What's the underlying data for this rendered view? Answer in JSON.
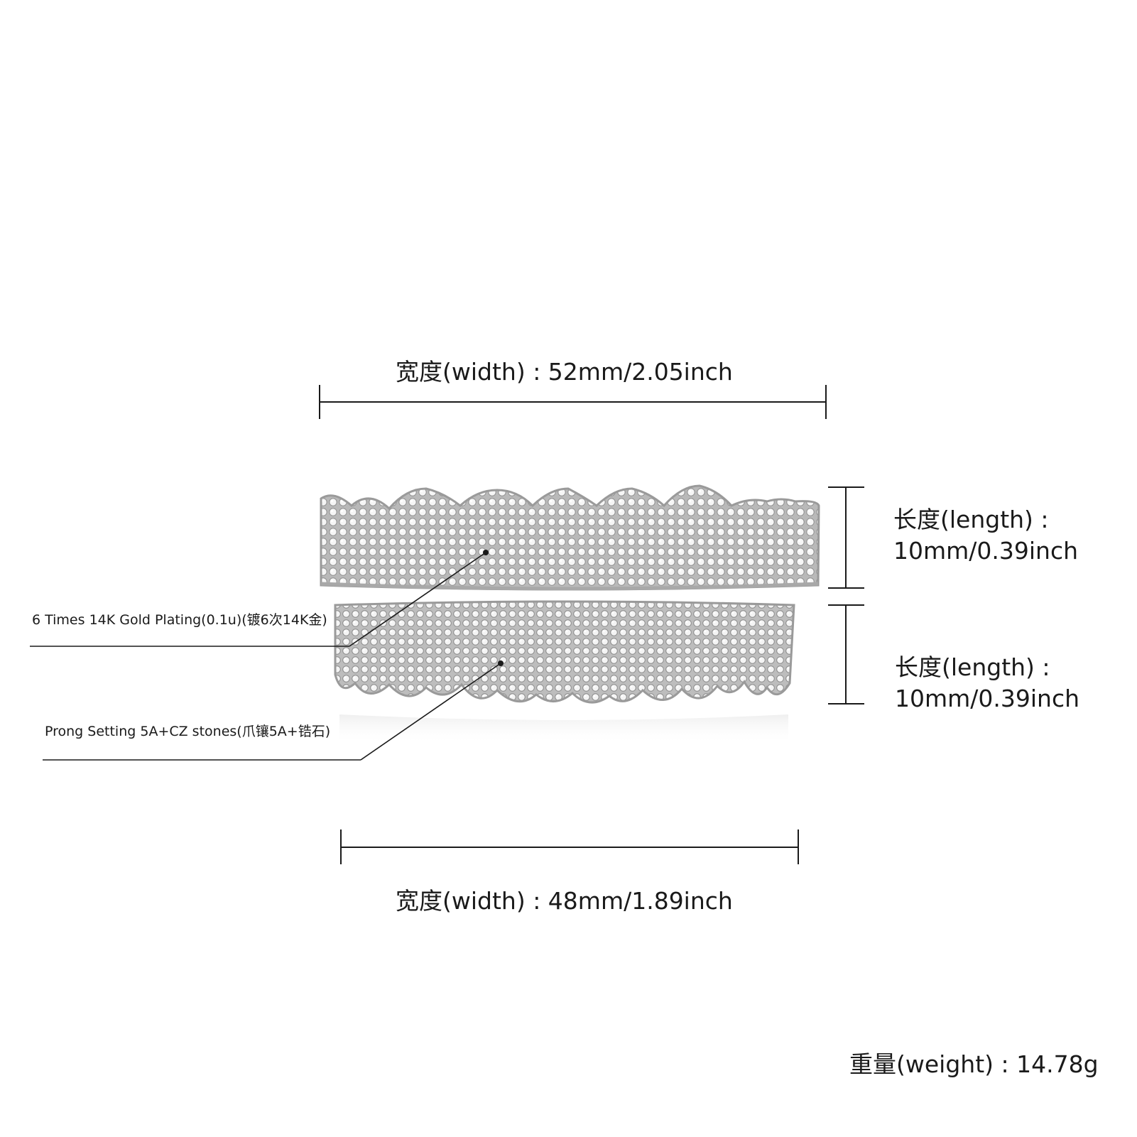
{
  "dimensions": {
    "top_width": "宽度(width) : 52mm/2.05inch",
    "bottom_width": "宽度(width) : 48mm/1.89inch",
    "upper_length_line1": "长度(length) :",
    "upper_length_line2": "10mm/0.39inch",
    "lower_length_line1": "长度(length) :",
    "lower_length_line2": "10mm/0.39inch",
    "weight": "重量(weight) : 14.78g"
  },
  "callouts": {
    "plating": "6 Times  14K  Gold  Plating(0.1u)(镀6次14K金)",
    "setting": "Prong Setting 5A+CZ stones(爪镶5A+锆石)"
  },
  "colors": {
    "metal": "#c9c9c9",
    "stone": "#f4f4f4",
    "line": "#1a1a1a"
  }
}
